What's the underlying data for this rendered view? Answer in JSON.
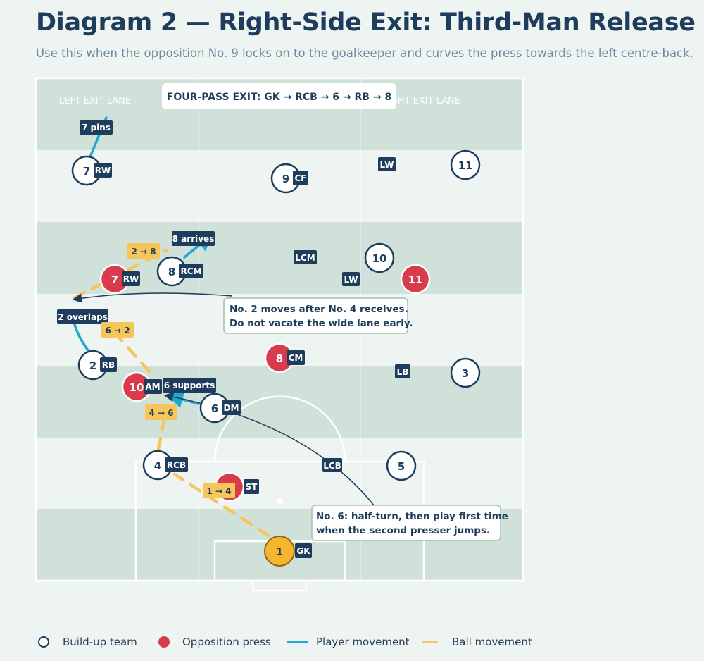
{
  "header": {
    "title": "Diagram 2 — Right-Side Exit: Third-Man Release",
    "subtitle": "Use this when the opposition No. 9 locks on to the goalkeeper and curves the press towards the left centre-back."
  },
  "lanes": {
    "left": "LEFT EXIT LANE",
    "right": "RIGHT EXIT LANE"
  },
  "banner": "FOUR-PASS EXIT: GK → RCB → 6 → RB → 8",
  "colors": {
    "navy": "#1e3d5c",
    "opposition": "#d93a4c",
    "goalkeeper": "#f5b52e",
    "player_movement": "#1ea8d4",
    "ball_movement": "#f7c65b"
  },
  "players": {
    "p7": {
      "num": "7",
      "role": "RW"
    },
    "p9": {
      "num": "9",
      "role": "CF"
    },
    "p11": {
      "num": "11"
    },
    "p8": {
      "num": "8",
      "role": "RCM"
    },
    "p10": {
      "num": "10"
    },
    "p2": {
      "num": "2",
      "role": "RB"
    },
    "p3": {
      "num": "3"
    },
    "p6": {
      "num": "6",
      "role": "DM"
    },
    "p4": {
      "num": "4",
      "role": "RCB"
    },
    "p5": {
      "num": "5"
    },
    "p1": {
      "num": "1",
      "role": "GK"
    }
  },
  "opponents": {
    "o7": {
      "num": "7",
      "role": "RW"
    },
    "o11": {
      "num": "11"
    },
    "o8": {
      "num": "8",
      "role": "CM"
    },
    "o10": {
      "num": "10",
      "role": "AM"
    },
    "st": {
      "role": "ST"
    }
  },
  "tags": {
    "lw_top": "LW",
    "lcm": "LCM",
    "lw_mid": "LW",
    "lb": "LB",
    "lcb": "LCB"
  },
  "movement_labels": {
    "seven_pins": "7 pins",
    "eight_arrives": "8 arrives",
    "two_overlaps": "2 overlaps",
    "six_supports": "6 supports"
  },
  "pass_labels": {
    "p2_8": "2 → 8",
    "p6_2": "6 → 2",
    "p4_6": "4 → 6",
    "p1_4": "1 → 4"
  },
  "callouts": {
    "no2": [
      "No. 2 moves after No. 4 receives.",
      "Do not vacate the wide lane early."
    ],
    "no6": [
      "No. 6: half-turn, then play first time",
      "when the second presser jumps."
    ]
  },
  "legend": {
    "buildup": "Build-up team",
    "press": "Opposition press",
    "player_movement": "Player movement",
    "ball_movement": "Ball movement"
  }
}
